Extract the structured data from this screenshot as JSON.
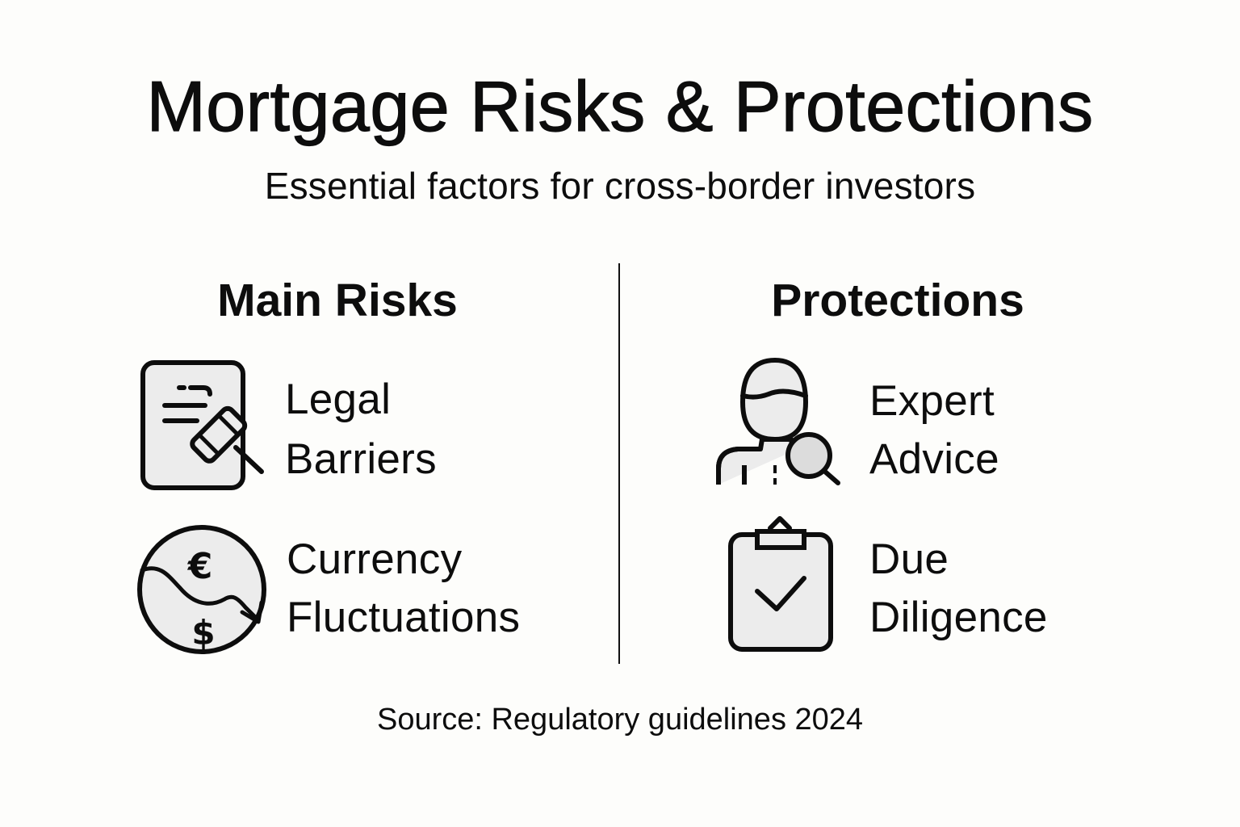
{
  "header": {
    "title": "Mortgage Risks & Protections",
    "subtitle": "Essential factors for cross-border investors"
  },
  "columns": {
    "left": {
      "heading": "Main Risks",
      "items": [
        {
          "icon": "legal-document-gavel-icon",
          "line1": "Legal",
          "line2": "Barriers"
        },
        {
          "icon": "currency-euro-dollar-icon",
          "line1": "Currency",
          "line2": "Fluctuations"
        }
      ]
    },
    "right": {
      "heading": "Protections",
      "items": [
        {
          "icon": "expert-person-magnifier-icon",
          "line1": "Expert",
          "line2": "Advice"
        },
        {
          "icon": "clipboard-check-icon",
          "line1": "Due",
          "line2": "Diligence"
        }
      ]
    }
  },
  "footer": {
    "source": "Source: Regulatory guidelines 2024"
  },
  "colors": {
    "background": "#fdfdfb",
    "text": "#0d0d0d",
    "icon_stroke": "#0d0d0d",
    "icon_fill": "#ececec"
  }
}
